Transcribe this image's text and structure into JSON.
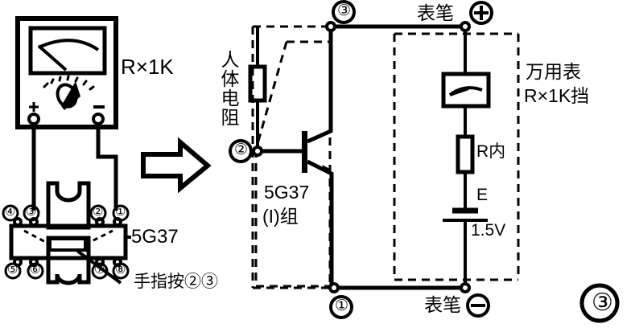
{
  "figure": {
    "number": "③",
    "caption_note": "circled figure index at bottom right"
  },
  "left_panel": {
    "meter_label": "R×1K",
    "terminal_plus": "+",
    "terminal_minus": "−",
    "device_label": "5G37",
    "finger_note": "手指按②③",
    "pins": {
      "top_left_outer": "④",
      "top_left_inner": "③",
      "top_right_inner": "②",
      "top_right_outer": "①",
      "bottom_left_outer": "⑤",
      "bottom_left_inner": "⑥",
      "bottom_right_inner": "⑦",
      "bottom_right_outer": "⑧"
    },
    "icons": {
      "meter_body": "analog-meter-icon",
      "meter_scale": "meter-scale-arc-icon",
      "meter_needle": "meter-needle-icon",
      "range_knob": "rotary-range-knob-icon",
      "ic_package": "ic-package-icon"
    }
  },
  "arrow": {
    "name": "right-arrow-icon",
    "direction": "right"
  },
  "right_panel": {
    "body_resistance_label": "人体电阻",
    "node_3": "③",
    "node_2": "②",
    "node_1": "①",
    "transistor_label_line1": "5G37",
    "transistor_label_line2": "(I)组",
    "probe_plus_text": "表笔",
    "probe_plus_symbol": "⊕",
    "probe_minus_text": "表笔",
    "probe_minus_symbol": "⊖",
    "multimeter_label_line1": "万用表",
    "multimeter_label_line2": "R×1K挡",
    "internal_resistor_label": "R内",
    "battery_label": "E",
    "battery_voltage": "1.5V",
    "icons": {
      "body_resistor": "resistor-icon",
      "transistor": "npn-transistor-icon",
      "meter_movement": "meter-movement-icon",
      "internal_resistor": "resistor-icon",
      "battery": "battery-cell-icon"
    }
  },
  "colors": {
    "ink": "#000000",
    "paper": "#ffffff"
  }
}
